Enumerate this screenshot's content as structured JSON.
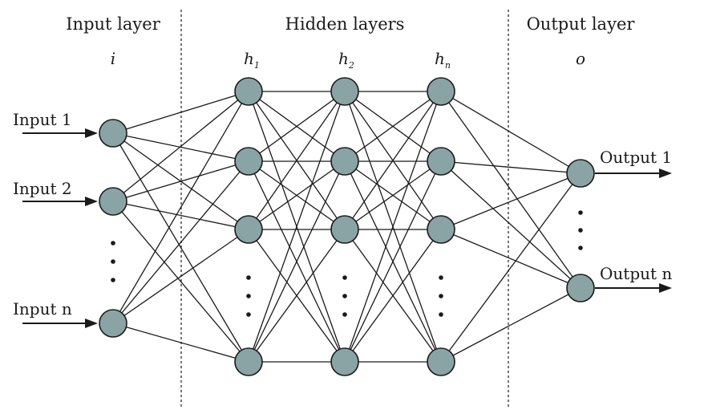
{
  "sections": {
    "input": "Input layer",
    "hidden": "Hidden layers",
    "output": "Output layer"
  },
  "layer_symbols": {
    "input": "i",
    "h1": {
      "base": "h",
      "sub": "1"
    },
    "h2": {
      "base": "h",
      "sub": "2"
    },
    "hn": {
      "base": "h",
      "sub": "n"
    },
    "output": "o"
  },
  "inputs": [
    "Input 1",
    "Input 2",
    "Input n"
  ],
  "outputs": [
    "Output 1",
    "Output n"
  ],
  "colors": {
    "neuron_fill": "#8aa3a5",
    "stroke": "#1a1a1a"
  }
}
